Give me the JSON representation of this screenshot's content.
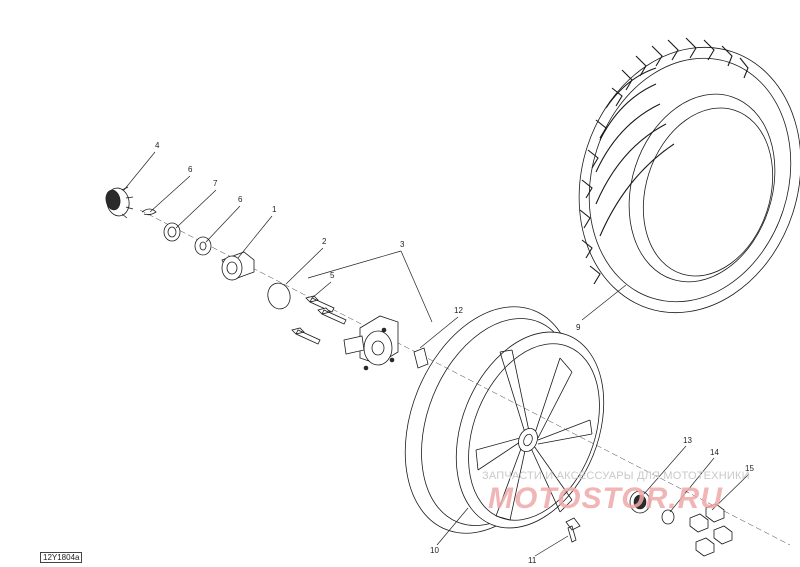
{
  "diagram": {
    "reference_code": "12Y1804a",
    "callouts": {
      "c1": "1",
      "c2": "2",
      "c3": "3",
      "c4": "4",
      "c5": "5",
      "c6a": "6",
      "c6b": "6",
      "c7": "7",
      "c9": "9",
      "c10": "10",
      "c11": "11",
      "c12": "12",
      "c13": "13",
      "c14": "14",
      "c15": "15"
    }
  },
  "watermark": {
    "line": "ЗАПЧАСТИ И АКСЕССУАРЫ ДЛЯ МОТОТЕХНИКИ",
    "brand": "MOTOSTOR.RU"
  }
}
